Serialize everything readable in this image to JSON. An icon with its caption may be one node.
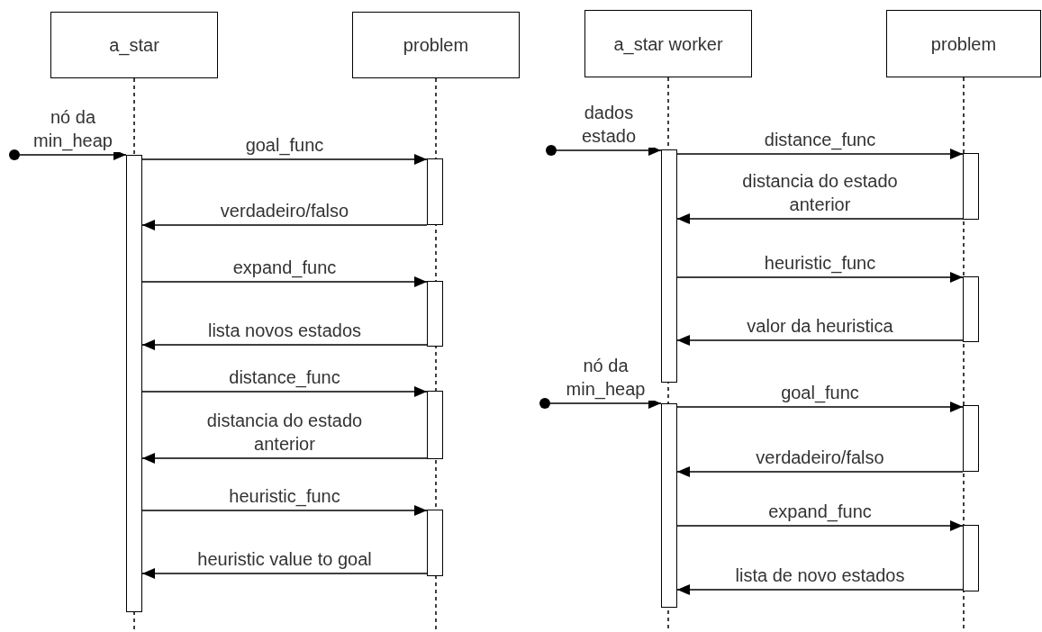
{
  "diagram": {
    "nodes": [
      {
        "text": [
          "a_star"
        ]
      },
      {
        "text": [
          "problem"
        ]
      },
      {
        "text": [
          "a_star worker"
        ]
      },
      {
        "text": [
          "problem"
        ]
      },
      {
        "text": [],
        "shape": "bar"
      },
      {
        "text": [],
        "shape": "bar"
      },
      {
        "text": [],
        "shape": "bar"
      },
      {
        "text": [],
        "shape": "bar"
      },
      {
        "text": [],
        "shape": "bar"
      },
      {
        "text": [],
        "shape": "circle"
      },
      {
        "text": [],
        "shape": "bar"
      },
      {
        "text": [],
        "shape": "bar"
      },
      {
        "text": [],
        "shape": "bar"
      },
      {
        "text": [],
        "shape": "bar"
      },
      {
        "text": [],
        "shape": "bar"
      },
      {
        "text": [],
        "shape": "bar"
      },
      {
        "text": [],
        "shape": "circle"
      },
      {
        "text": [],
        "shape": "circle"
      }
    ],
    "edges": [
      {
        "from": 9,
        "to": 4,
        "arrow": "to",
        "label": "nó da min_heap"
      },
      {
        "from": 4,
        "to": 5,
        "arrow": "to",
        "label": "goal_func"
      },
      {
        "from": 5,
        "to": 4,
        "arrow": "to",
        "label": "verdadeiro/falso"
      },
      {
        "from": 4,
        "to": 6,
        "arrow": "to",
        "label": "expand_func"
      },
      {
        "from": 6,
        "to": 4,
        "arrow": "to",
        "label": "lista novos estados"
      },
      {
        "from": 4,
        "to": 7,
        "arrow": "to",
        "label": "distance_func"
      },
      {
        "from": 7,
        "to": 4,
        "arrow": "to",
        "label": "distancia do estado anterior"
      },
      {
        "from": 4,
        "to": 8,
        "arrow": "to",
        "label": "heuristic_func"
      },
      {
        "from": 8,
        "to": 4,
        "arrow": "to",
        "label": "heuristic value to goal"
      },
      {
        "from": 16,
        "to": 10,
        "arrow": "to",
        "label": "dados estado"
      },
      {
        "from": 10,
        "to": 12,
        "arrow": "to",
        "label": "distance_func"
      },
      {
        "from": 12,
        "to": 10,
        "arrow": "to",
        "label": "distancia do estado anterior"
      },
      {
        "from": 10,
        "to": 13,
        "arrow": "to",
        "label": "heuristic_func"
      },
      {
        "from": 13,
        "to": 10,
        "arrow": "to",
        "label": "valor da heuristica"
      },
      {
        "from": 17,
        "to": 11,
        "arrow": "to",
        "label": "nó da min_heap"
      },
      {
        "from": 11,
        "to": 14,
        "arrow": "to",
        "label": "goal_func"
      },
      {
        "from": 14,
        "to": 11,
        "arrow": "to",
        "label": "verdadeiro/falso"
      },
      {
        "from": 11,
        "to": 15,
        "arrow": "to",
        "label": "expand_func"
      },
      {
        "from": 15,
        "to": 11,
        "arrow": "to",
        "label": "lista de novo estados"
      }
    ]
  }
}
